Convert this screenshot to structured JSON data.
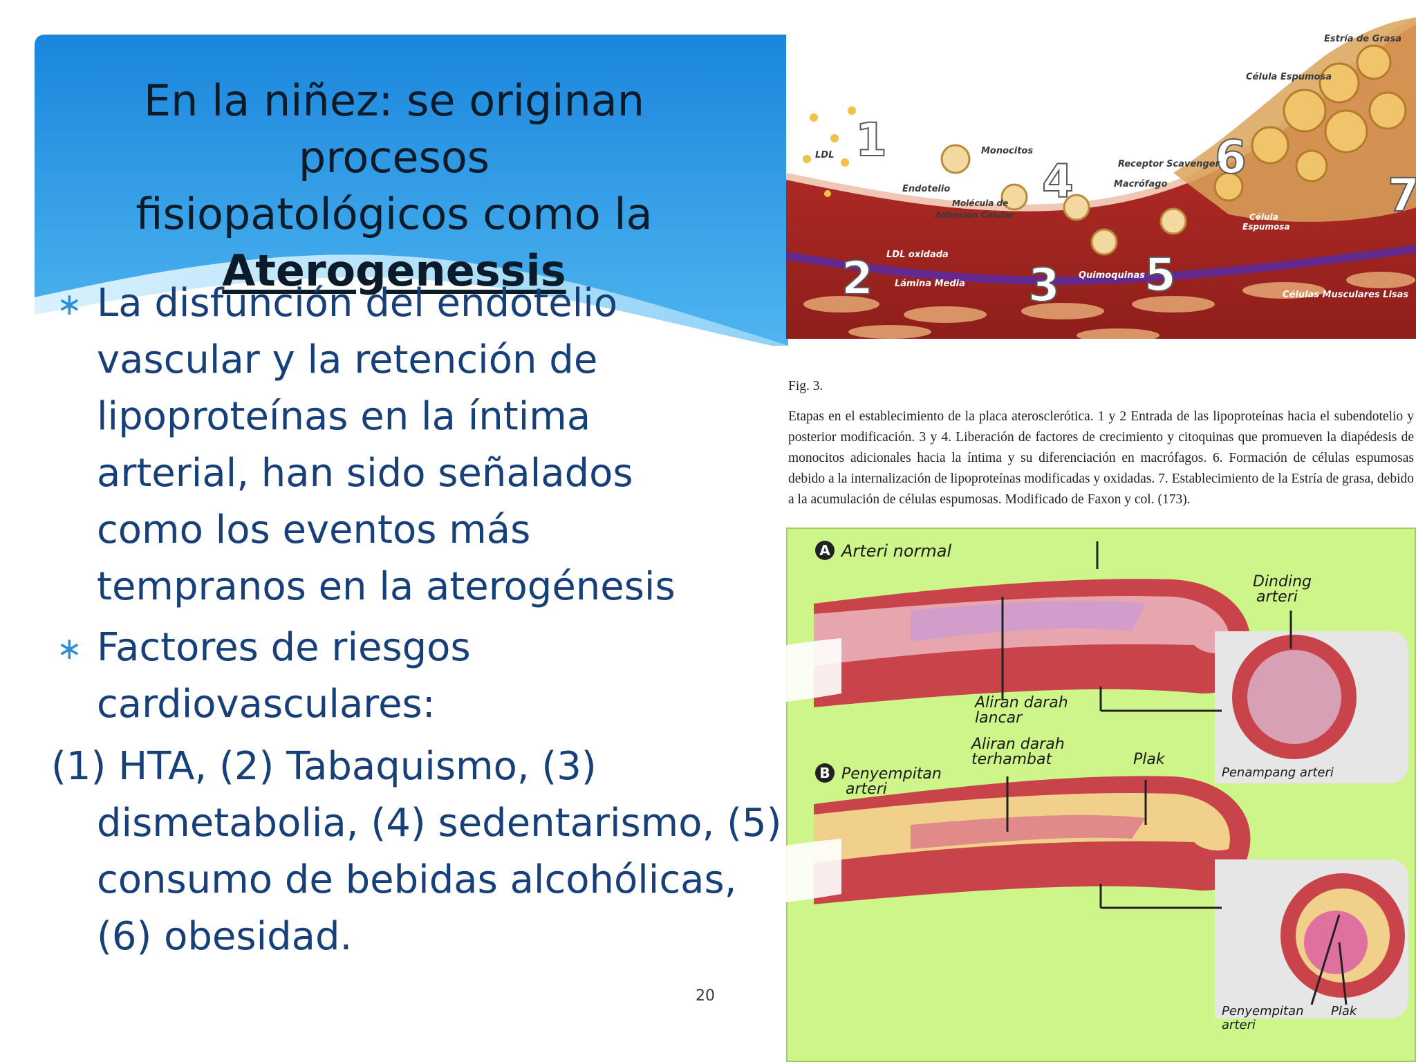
{
  "title": {
    "line1": "En la niñez: se originan procesos",
    "line2": "fisiopatológicos como la",
    "emphasis": "Aterogenessis"
  },
  "bullets": [
    "La disfunción del endotelio vascular y la retención de lipoproteínas en la íntima arterial, han sido señalados como los eventos más tempranos en la aterogénesis",
    "Factores de riesgos cardiovasculares:"
  ],
  "risk_list": "(1) HTA, (2) Tabaquismo, (3) dismetabolia, (4) sedentarismo, (5) consumo de bebidas alcohólicas, (6) obesidad.",
  "page_number": "20",
  "figure_top": {
    "labels": {
      "estria": "Estría de Grasa",
      "celula_espumosa": "Célula Espumosa",
      "ldl": "LDL",
      "monocitos": "Monocitos",
      "receptor": "Receptor Scavenger",
      "macrofago": "Macrófago",
      "endotelio": "Endotelio",
      "molecula_1": "Molécula de",
      "molecula_2": "Adhesión Celular",
      "celula_2a": "Célula",
      "celula_2b": "Espumosa",
      "ldl_oxidada": "LDL oxidada",
      "quimoquinas": "Quimoquinas",
      "lamina_media": "Lámina Media",
      "musculares": "Células Musculares Lisas"
    },
    "numbers": [
      "1",
      "2",
      "3",
      "4",
      "5",
      "6",
      "7"
    ]
  },
  "caption": {
    "fig_number": "Fig. 3.",
    "text": "Etapas en el establecimiento de la placa aterosclerótica. 1 y 2 Entrada de las lipoproteínas hacia el subendotelio y posterior modificación. 3 y 4. Liberación de factores de crecimiento y citoquinas que promueven la diapédesis de monocitos adicionales hacia la íntima y su diferenciación en macrófagos. 6. Formación de células espumosas debido a la internalización de lipoproteínas modificadas y oxidadas. 7. Establecimiento de la Estría de grasa, debido a la acumulación de células espumosas. Modificado de Faxon y col. (173)."
  },
  "figure_bottom": {
    "a_letter": "A",
    "a_title": "Arteri normal",
    "dinding_1": "Dinding",
    "dinding_2": "arteri",
    "aliran_lancar_1": "Aliran darah",
    "aliran_lancar_2": "lancar",
    "aliran_hambat_1": "Aliran darah",
    "aliran_hambat_2": "terhambat",
    "plak": "Plak",
    "b_letter": "B",
    "b_title_1": "Penyempitan",
    "b_title_2": "arteri",
    "penampang": "Penampang arteri",
    "penyempitan_1": "Penyempitan",
    "penyempitan_2": "arteri",
    "plak_2": "Plak"
  },
  "colors": {
    "banner_blue": "#1e8fe0",
    "banner_light": "#8fd2f7",
    "body_text": "#17407a",
    "bullet_mark": "#2d8fd5",
    "figure_green": "#cdf58a",
    "vessel_red": "#c9444a"
  }
}
